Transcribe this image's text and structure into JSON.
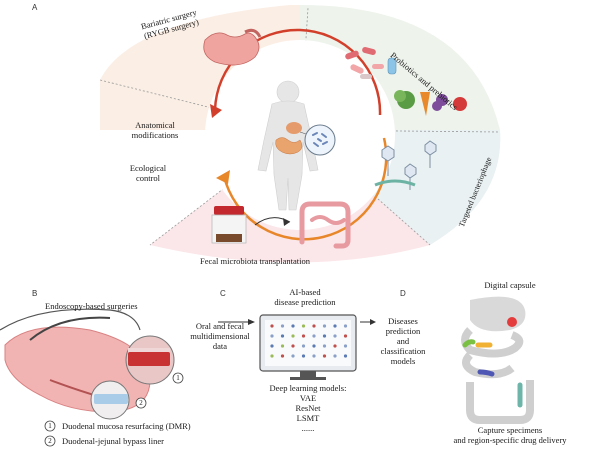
{
  "panel_a": {
    "letter": "A",
    "bariatric_line1": "Bariatric surgery",
    "bariatric_line2": "(RYGB surgery)",
    "probiotics": "Probiotics and prebiotics",
    "bacteriophage": "Targeted bacteriophage",
    "fmt": "Fecal microbiota transplantation",
    "anatomical_line1": "Anatomical",
    "anatomical_line2": "modifications",
    "ecological_line1": "Ecological",
    "ecological_line2": "control"
  },
  "panel_b": {
    "letter": "B",
    "title": "Endoscopy-based surgeries",
    "marker1": "1",
    "marker2": "2",
    "item1": "Duodenal mucosa resurfacing (DMR)",
    "item2": "Duodenal-jejunal bypass liner"
  },
  "panel_c": {
    "letter": "C",
    "title_line1": "AI-based",
    "title_line2": "disease prediction",
    "input_line1": "Oral and fecal",
    "input_line2": "multidimensional",
    "input_line3": "data",
    "models_title": "Deep learning models:",
    "model1": "VAE",
    "model2": "ResNet",
    "model3": "LSMT",
    "ellipsis": "......"
  },
  "panel_d": {
    "letter": "D",
    "output_line1": "Diseases",
    "output_line2": "prediction",
    "output_line3": "and",
    "output_line4": "classification",
    "output_line5": "models",
    "capsule_title": "Digital capsule",
    "capture_line1": "Capture specimens",
    "capture_line2": "and region-specific drug delivery"
  },
  "colors": {
    "bariatric_bg": "#fbeee4",
    "probiotics_bg": "#eef3ec",
    "phage_bg": "#e9f1f2",
    "fmt_bg": "#fbe6e9",
    "arrow_red": "#d2402c",
    "arrow_orange": "#e8862a"
  }
}
